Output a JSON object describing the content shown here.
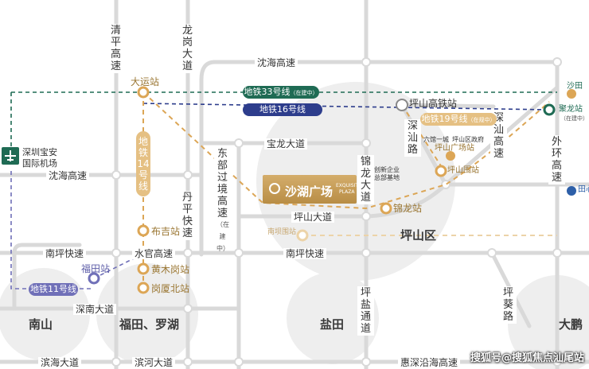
{
  "roads": {
    "shenhai_top": "沈海高速",
    "shenhai_left": "沈海高速",
    "nanping_left": "南坪快速",
    "nanping_mid": "南坪快速",
    "shuiguan": "水官高速",
    "shennan": "深南大道",
    "binhai": "滨海大道",
    "binhe": "滨河大道",
    "huihuyan": "惠深沿海高速",
    "baolong": "宝龙大道",
    "pingshan_da": "坪山大道",
    "qingping": "清平高速",
    "longgang": "龙岗大道",
    "dongbu": "东部过境高速",
    "dongbu_note": "（在建中）",
    "danping": "丹平快速",
    "jinlong": "锦龙大道",
    "pingyan": "坪盐通道",
    "waihuan": "外环高速",
    "shenshan": "深汕高速",
    "chenfeng": "深汕路",
    "pingkui": "坪葵路"
  },
  "metro": {
    "line33": "地铁33号线",
    "line33_note": "（在建中）",
    "line16": "地铁16号线",
    "line19": "地铁19号线",
    "line19_note": "（在规中）",
    "line14": "地铁14号线",
    "line11": "地铁11号线"
  },
  "stations": {
    "dayun": "大运站",
    "buji": "布吉站",
    "huangmugang": "黄木岗站",
    "gangxiabei": "岗厦北站",
    "futian": "福田站",
    "pingshan_hsr": "坪山高铁站",
    "pingshan_square": "坪山广场站",
    "pingshan_wei": "坪山围站",
    "jinlong": "锦龙站",
    "nanbu": "南坝围站",
    "shawei": "沙田",
    "julong": "聚龙站",
    "julong_note": "（在建中）",
    "tianxin": "田心"
  },
  "pois": {
    "airport_line1": "深圳宝安",
    "airport_line2": "国际机场",
    "liuyue": "六馆一城",
    "pingshan_gov": "坪山区政府",
    "innovation_line1": "创新企业",
    "innovation_line2": "总部基地"
  },
  "districts": {
    "nanshan": "南山",
    "futian_luohu": "福田、罗湖",
    "yantian": "盐田",
    "pingshan": "坪山区",
    "dapeng": "大鹏"
  },
  "project": {
    "brand": "沙湖广场",
    "en1": "EXQUISITE",
    "en2": "PLAZA"
  },
  "watermark": "搜狐号@搜狐焦点汕尾站",
  "colors": {
    "road": "#d9d9d9",
    "road_circle": "#ffffff",
    "line33": "#1f6b54",
    "line16": "#2d3d8c",
    "line11": "#7070b8",
    "gold": "#dca656",
    "gold_light": "#ecd3a8",
    "halo": "#eeeeee"
  }
}
